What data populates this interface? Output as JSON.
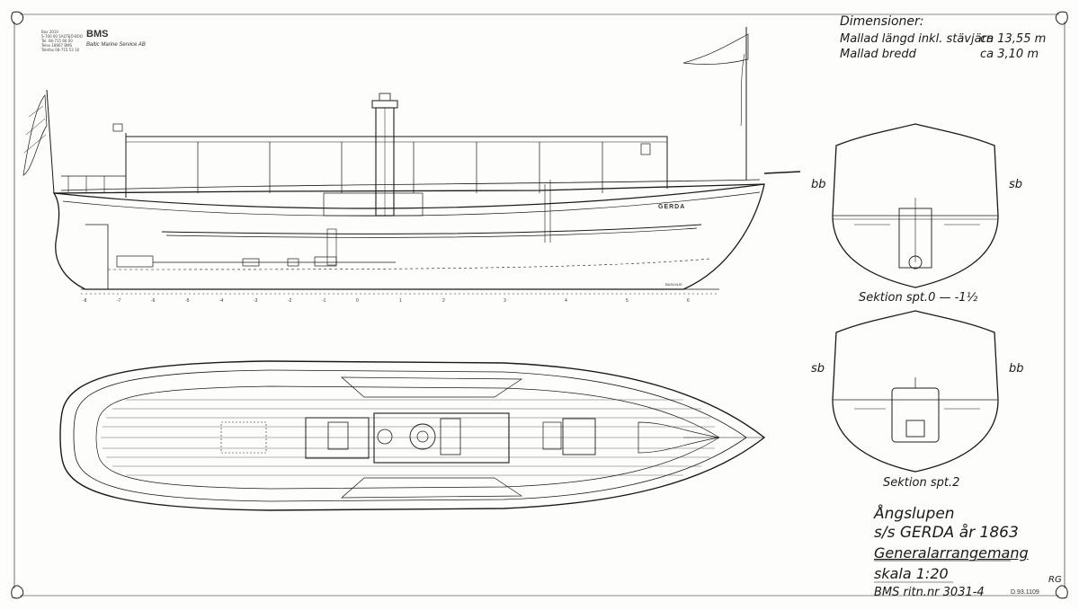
{
  "header": {
    "address_lines": [
      "Box 2010",
      "S-700 00 SALTSJÖ-BOO",
      "Tel. 08-715 66 00",
      "Telex 18667 BMS",
      "Telefax 08-715 53 10"
    ],
    "logo": "BMS",
    "company": "Baltic Marine Service AB"
  },
  "dimensions": {
    "title": "Dimensioner:",
    "rows": [
      {
        "label": "Mallad längd inkl. stävjärn",
        "value": "ca 13,55 m"
      },
      {
        "label": "Mallad bredd",
        "value": "ca 3,10 m"
      }
    ]
  },
  "profile": {
    "hull_name": "GERDA",
    "baseline_label": "BASLINJE",
    "station_labels": [
      "-8",
      "-7",
      "-6",
      "-5",
      "-4",
      "-3",
      "-2",
      "-1",
      "0",
      "1",
      "2",
      "3",
      "4",
      "5",
      "6"
    ]
  },
  "sections": [
    {
      "caption": "Sektion spt.0 — -1½",
      "left_label": "bb",
      "right_label": "sb"
    },
    {
      "caption": "Sektion spt.2",
      "left_label": "sb",
      "right_label": "bb"
    }
  ],
  "title_block": {
    "line1": "Ångslupen",
    "line2": "s/s GERDA år 1863",
    "line3": "Generalarrangemang",
    "line4": "skala 1:20",
    "line5": "BMS ritn.nr 3031-4",
    "drawing_no": "D.93.1109",
    "initials": "RG"
  },
  "colors": {
    "ink": "#1a1a1a",
    "paper": "#fdfdfb"
  }
}
